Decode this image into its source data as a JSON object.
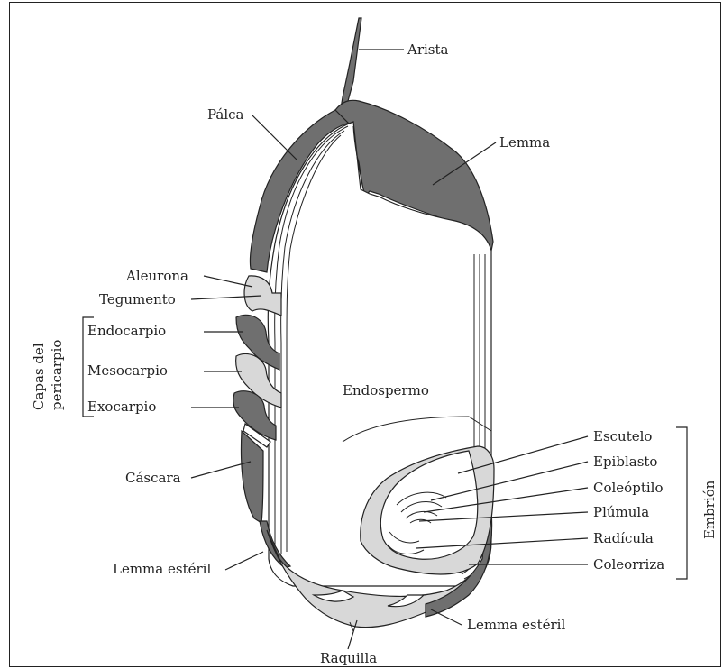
{
  "labels": {
    "arista": "Arista",
    "palca": "Pálca",
    "lemma": "Lemma",
    "aleurona": "Aleurona",
    "tegumento": "Tegumento",
    "endocarpio": "Endocarpio",
    "mesocarpio": "Mesocarpio",
    "exocarpio": "Exocarpio",
    "capas_line1": "Capas del",
    "capas_line2": "pericarpio",
    "endospermo": "Endospermo",
    "cascara": "Cáscara",
    "lemma_esteril_left": "Lemma estéril",
    "lemma_esteril_right": "Lemma estéril",
    "raquilla": "Raquilla",
    "escutelo": "Escutelo",
    "epiblasto": "Epiblasto",
    "coleoptilo": "Coleóptilo",
    "plumula": "Plúmula",
    "radicula": "Radícula",
    "coleorriza": "Coleorriza",
    "embrion": "Embrión"
  },
  "colors": {
    "dark_fill": "#6f6f6f",
    "light_fill": "#d8d8d8",
    "line": "#222222"
  }
}
